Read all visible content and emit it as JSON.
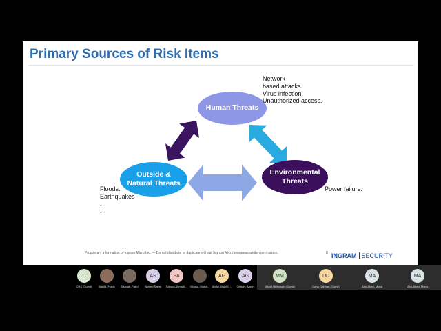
{
  "slide": {
    "title": "Primary Sources of Risk Items",
    "nodes": [
      {
        "id": "human",
        "label": "Human Threats",
        "fill": "#8e97e6",
        "text": "#ffffff"
      },
      {
        "id": "env",
        "label": "Environmental\nThreats",
        "fill": "#3b0f5c",
        "text": "#ffffff"
      },
      {
        "id": "nat",
        "label": "Outside &\nNatural Threats",
        "fill": "#1aa0e8",
        "text": "#ffffff"
      }
    ],
    "notes": {
      "human": "Network\nbased attacks.\nVirus infection.\nUnauthorized access.",
      "env": "Power failure.",
      "nat": "Floods.\nEarthquakes\n.\n          ."
    },
    "arrow_colors": {
      "human_env": "#29aae1",
      "human_nat": "#3b1560",
      "nat_env": "#8ea8e6"
    },
    "footer": "Proprietary information of Ingram Micro Inc. — Do not distribute or duplicate without Ingram Micro's express written permission.",
    "page_number": "8",
    "logo_brand": "INGRAM",
    "logo_security": "SECURITY"
  },
  "participants": [
    {
      "initials": "C",
      "name": "CHS (Guest)",
      "color": "#d8e8d0",
      "photo": false
    },
    {
      "initials": "",
      "name": "Baklid, Frank",
      "color": "#8a6d5a",
      "photo": true
    },
    {
      "initials": "",
      "name": "Saadah, Farid",
      "color": "#7a6a60",
      "photo": true
    },
    {
      "initials": "AS",
      "name": "Ahmed Sabry",
      "color": "#d9cfe9",
      "photo": false
    },
    {
      "initials": "SA",
      "name": "Sandra Ahmadi...",
      "color": "#f2c7c3",
      "photo": false
    },
    {
      "initials": "",
      "name": "Mousa, Moha...",
      "color": "#6b5a50",
      "photo": true
    },
    {
      "initials": "AG",
      "name": "Abdul Wajid G...",
      "color": "#f6d8a0",
      "photo": false
    },
    {
      "initials": "AG",
      "name": "Geisler, Aaron",
      "color": "#d9cfe9",
      "photo": false
    },
    {
      "initials": "MM",
      "name": "Mahdi Muhsinah (Guest)",
      "color": "#cfe3c3",
      "photo": false
    },
    {
      "initials": "DD",
      "name": "Daisy Dahhan (Guest)",
      "color": "#f6d8a0",
      "photo": false
    },
    {
      "initials": "MA",
      "name": "Abu-Abed, Mona",
      "color": "#d9e3e6",
      "photo": false
    },
    {
      "initials": "MA",
      "name": "Abu-Abed, Mona",
      "color": "#d9e3e6",
      "photo": false
    }
  ]
}
